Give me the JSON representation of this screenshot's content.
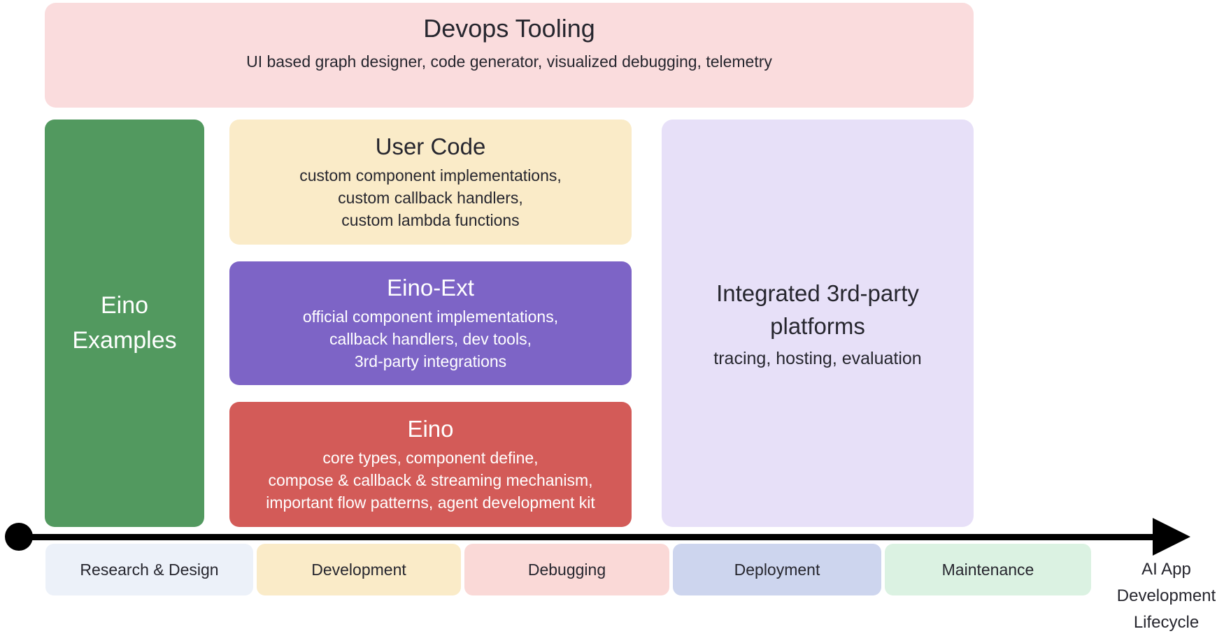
{
  "diagram": {
    "devops": {
      "title": "Devops Tooling",
      "subtitle": "UI based graph designer, code generator, visualized debugging, telemetry",
      "color": "#fadcdd"
    },
    "eino_examples": {
      "title_line1": "Eino",
      "title_line2": "Examples",
      "color": "#52995f"
    },
    "user_code": {
      "title": "User Code",
      "lines": [
        "custom component implementations,",
        "custom callback handlers,",
        "custom lambda functions"
      ],
      "color": "#faebc8"
    },
    "eino_ext": {
      "title": "Eino-Ext",
      "lines": [
        "official component implementations,",
        "callback handlers, dev tools,",
        "3rd-party integrations"
      ],
      "color": "#7d64c6"
    },
    "eino": {
      "title": "Eino",
      "lines": [
        "core types, component define,",
        "compose & callback & streaming mechanism,",
        "important flow patterns, agent development kit"
      ],
      "color": "#d35b58"
    },
    "third_party": {
      "title_line1": "Integrated 3rd-party",
      "title_line2": "platforms",
      "subtitle": "tracing, hosting, evaluation",
      "color": "#e7e0f8"
    }
  },
  "lifecycle": {
    "stages": [
      {
        "label": "Research & Design",
        "color": "#ecf1f9"
      },
      {
        "label": "Development",
        "color": "#faebc8"
      },
      {
        "label": "Debugging",
        "color": "#fad9d7"
      },
      {
        "label": "Deployment",
        "color": "#cdd5ee"
      },
      {
        "label": "Maintenance",
        "color": "#dbf2e2"
      }
    ],
    "axis_label_line1": "AI App",
    "axis_label_line2": "Development",
    "axis_label_line3": "Lifecycle"
  },
  "colors": {
    "text_dark": "#26262e",
    "text_light": "#ffffff",
    "arrow": "#000000",
    "background": "#ffffff"
  }
}
